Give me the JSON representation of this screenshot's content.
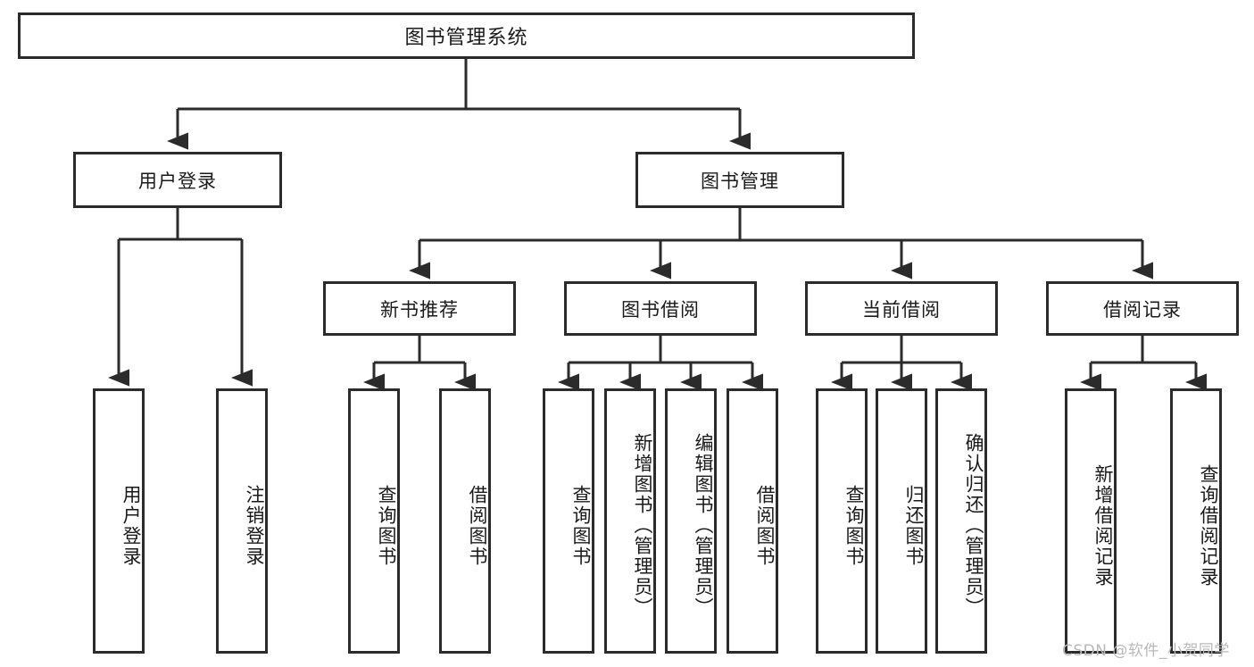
{
  "diagram": {
    "title": "图书管理系统",
    "type": "hierarchy-tree",
    "colors": {
      "stroke": "#2b2b2b",
      "fill": "#ffffff",
      "text": "#1a1a1a",
      "watermark": "#b9b9b9"
    },
    "levels": {
      "root": {
        "label": "图书管理系统"
      },
      "level2": [
        {
          "id": "user-login",
          "label": "用户登录"
        },
        {
          "id": "book-management",
          "label": "图书管理"
        }
      ],
      "level3": [
        {
          "id": "new-book-recommend",
          "label": "新书推荐",
          "parent": "book-management"
        },
        {
          "id": "book-borrow",
          "label": "图书借阅",
          "parent": "book-management"
        },
        {
          "id": "current-borrow",
          "label": "当前借阅",
          "parent": "book-management"
        },
        {
          "id": "borrow-record",
          "label": "借阅记录",
          "parent": "book-management"
        }
      ],
      "leaves": [
        {
          "id": "leaf-user-login",
          "label": "用户登录",
          "parent": "user-login"
        },
        {
          "id": "leaf-logout-login",
          "label": "注销登录",
          "parent": "user-login"
        },
        {
          "id": "leaf-query-book-1",
          "label": "查询图书",
          "parent": "new-book-recommend"
        },
        {
          "id": "leaf-borrow-book-1",
          "label": "借阅图书",
          "parent": "new-book-recommend"
        },
        {
          "id": "leaf-query-book-2",
          "label": "查询图书",
          "parent": "book-borrow"
        },
        {
          "id": "leaf-add-book",
          "label": "新增图书（管理员）",
          "parent": "book-borrow"
        },
        {
          "id": "leaf-edit-book",
          "label": "编辑图书（管理员）",
          "parent": "book-borrow"
        },
        {
          "id": "leaf-borrow-book-2",
          "label": "借阅图书",
          "parent": "book-borrow"
        },
        {
          "id": "leaf-query-book-3",
          "label": "查询图书",
          "parent": "current-borrow"
        },
        {
          "id": "leaf-return-book",
          "label": "归还图书",
          "parent": "current-borrow"
        },
        {
          "id": "leaf-confirm-return",
          "label": "确认归还（管理员）",
          "parent": "current-borrow"
        },
        {
          "id": "leaf-add-record",
          "label": "新增借阅记录",
          "parent": "borrow-record"
        },
        {
          "id": "leaf-query-record",
          "label": "查询借阅记录",
          "parent": "borrow-record"
        }
      ]
    },
    "watermark": "CSDN @软件_小贺同学"
  }
}
